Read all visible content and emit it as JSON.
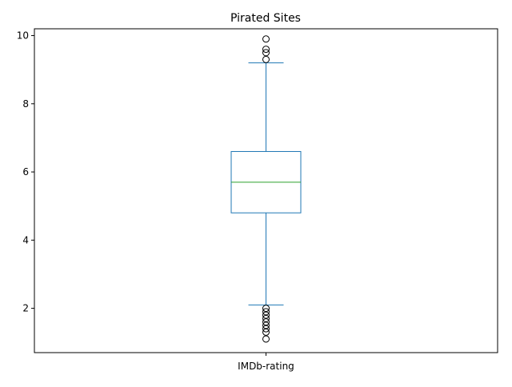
{
  "chart_data": {
    "type": "box",
    "title": "Pirated Sites",
    "xlabel": "",
    "ylabel": "",
    "categories": [
      "IMDb-rating"
    ],
    "ylim": [
      0.7,
      10.2
    ],
    "yticks": [
      2,
      4,
      6,
      8,
      10
    ],
    "ytick_labels": [
      "2",
      "4",
      "6",
      "8",
      "10"
    ],
    "grid": false,
    "legend": "none",
    "boxes": [
      {
        "category": "IMDb-rating",
        "whisker_low": 2.1,
        "q1": 4.8,
        "median": 5.7,
        "q3": 6.6,
        "whisker_high": 9.2,
        "outliers": [
          1.1,
          1.3,
          1.4,
          1.5,
          1.6,
          1.7,
          1.8,
          1.9,
          2.0,
          9.3,
          9.5,
          9.6,
          9.9
        ]
      }
    ],
    "colors": {
      "box": "#1f77b4",
      "median": "#2ca02c",
      "outlier_edge": "#000000"
    }
  }
}
